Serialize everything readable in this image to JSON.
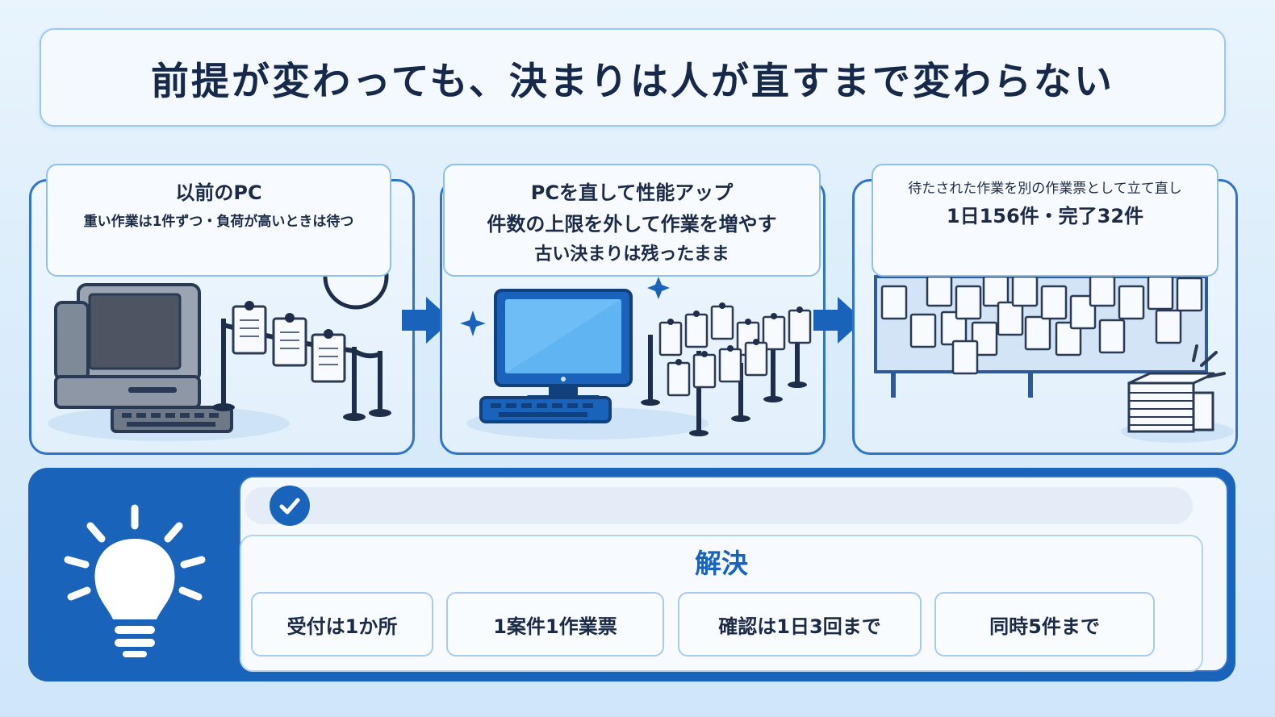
{
  "title": "前提が変わっても、決まりは人が直すまで変わらない",
  "panels": [
    {
      "heading": "以前のPC",
      "lines": [
        "重い作業は1件ずつ・負荷が高いときは待つ"
      ]
    },
    {
      "lines": [
        "PCを直して性能アップ",
        "件数の上限を外して作業を増やす",
        "古い決まりは残ったまま"
      ]
    },
    {
      "lines": [
        "待たされた作業を別の作業票として立て直し",
        "1日156件・完了32件"
      ]
    }
  ],
  "solution": {
    "heading": "解決",
    "rules": [
      "受付は1か所",
      "1案件1作業票",
      "確認は1日3回まで",
      "同時5件まで"
    ]
  },
  "icons": {
    "arrow": "right-arrow-icon",
    "bulb": "lightbulb-icon",
    "check": "check-icon"
  },
  "colors": {
    "accent": "#1a63bb",
    "panel_border": "#2f74c8",
    "background": "#dcedfb"
  }
}
